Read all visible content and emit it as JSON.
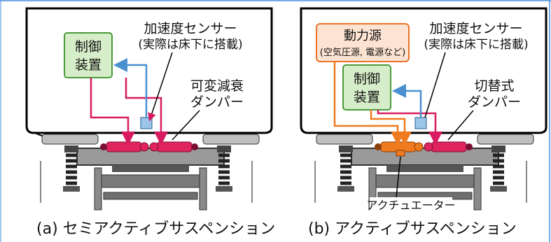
{
  "panels": [
    {
      "caption": "(a) セミアクティブサスペンション",
      "controller": [
        "制御",
        "装置"
      ],
      "sensor": [
        "加速度センサー",
        "(実際は床下に搭載)"
      ],
      "damper": [
        "可変減衰",
        "ダンパー"
      ]
    },
    {
      "caption": "(b) アクティブサスペンション",
      "power_source": [
        "動力源",
        "(空気圧源, 電源など)"
      ],
      "controller": [
        "制御",
        "装置"
      ],
      "sensor": [
        "加速度センサー",
        "(実際は床下に搭載)"
      ],
      "damper": [
        "切替式",
        "ダンパー"
      ],
      "actuator": "アクチュエーター"
    }
  ],
  "colors": {
    "controller_fill": "#d6edc9",
    "controller_border": "#4a9a3a",
    "signal_line": "#d81b60",
    "sensor_line": "#4a8fd0",
    "sensor_fill": "#9cc6e8",
    "power_fill": "#fde3d2",
    "power_border": "#e8742a",
    "damper_fill": "#e0245e",
    "actuator_fill": "#f07a1e",
    "frame_border": "#4a90d9"
  }
}
